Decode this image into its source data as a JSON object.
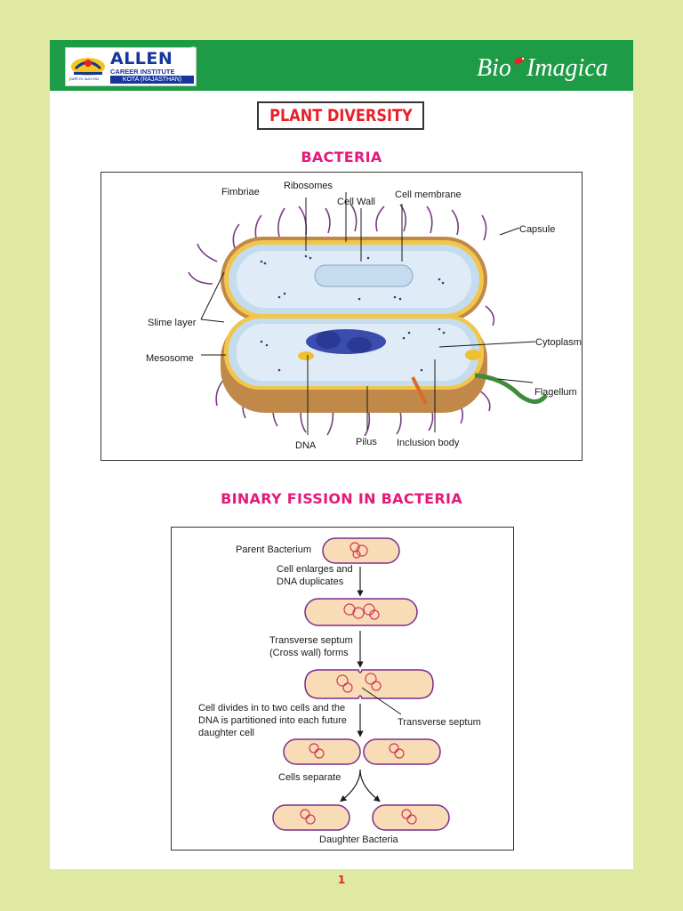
{
  "header": {
    "allen": {
      "name": "ALLEN",
      "subtitle": "CAREER INSTITUTE",
      "city": "KOTA (RAJASTHAN)",
      "tagline": "path to success",
      "registered_mark": "®"
    },
    "bio_logo": {
      "part1": "Bio",
      "part2": "Imagica"
    }
  },
  "page_title": "PLANT DIVERSITY",
  "section1": {
    "heading": "BACTERIA",
    "labels": {
      "ribosomes": "Ribosomes",
      "fimbriae": "Fimbriae",
      "cell_wall": "Cell Wall",
      "cell_membrane": "Cell membrane",
      "capsule": "Capsule",
      "slime_layer": "Slime layer",
      "cytoplasm": "Cytoplasm",
      "mesosome": "Mesosome",
      "flagellum": "Flagellum",
      "dna": "DNA",
      "pilus": "Pilus",
      "inclusion_body": "Inclusion body"
    }
  },
  "section2": {
    "heading": "BINARY FISSION IN BACTERIA",
    "labels": {
      "parent": "Parent Bacterium",
      "enlarge_1": "Cell enlarges and",
      "enlarge_2": "DNA duplicates",
      "septum_1": "Transverse septum",
      "septum_2": "(Cross wall) forms",
      "divide_1": "Cell divides in to two cells and the",
      "divide_2": "DNA is partitioned into each future",
      "divide_3": "daughter cell",
      "septum_label": "Transverse septum",
      "separate": "Cells separate",
      "daughter": "Daughter Bacteria"
    }
  },
  "page_number": "1",
  "colors": {
    "background": "#dfe9a1",
    "header_green": "#1e9b46",
    "title_red": "#e8202a",
    "heading_pink": "#e5197a",
    "allen_blue": "#17359a"
  }
}
